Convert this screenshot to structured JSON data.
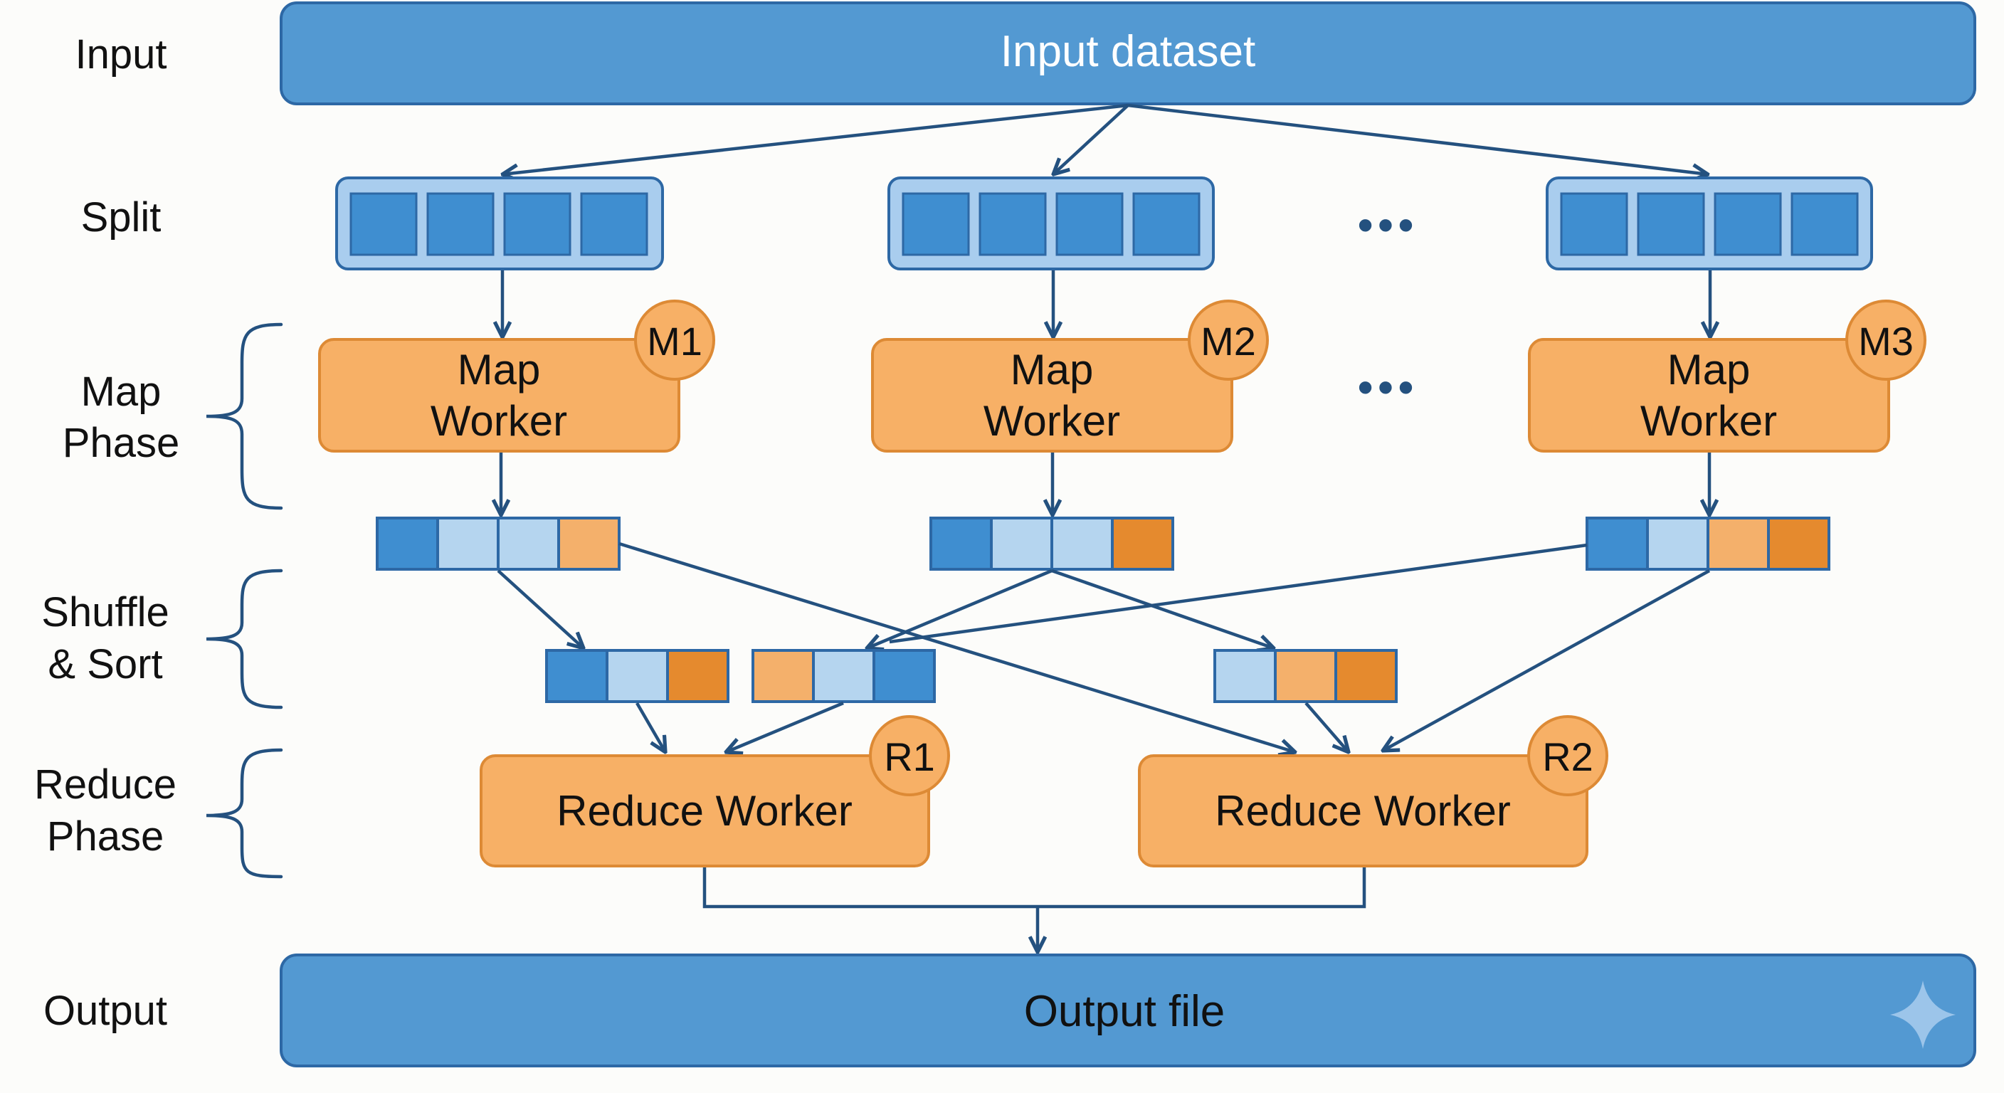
{
  "diagram": {
    "row_labels": {
      "input": "Input",
      "split": "Split",
      "map_1": "Map",
      "map_2": "Phase",
      "shuffle_1": "Shuffle",
      "shuffle_2": "& Sort",
      "reduce_1": "Reduce",
      "reduce_2": "Phase",
      "output": "Output"
    },
    "input_bar": {
      "label": "Input dataset"
    },
    "output_bar": {
      "label": "Output file"
    },
    "ellipsis": "•••",
    "map_workers": [
      {
        "badge": "M1",
        "line1": "Map",
        "line2": "Worker"
      },
      {
        "badge": "M2",
        "line1": "Map",
        "line2": "Worker"
      },
      {
        "badge": "M3",
        "line1": "Map",
        "line2": "Worker"
      }
    ],
    "reduce_workers": [
      {
        "badge": "R1",
        "label": "Reduce Worker"
      },
      {
        "badge": "R2",
        "label": "Reduce Worker"
      }
    ],
    "colors": {
      "bar_blue": "#5399d2",
      "bar_border": "#2d68a5",
      "split_outer": "#a9cdee",
      "cell_blue": "#3f8ed0",
      "cell_light": "#b5d5ef",
      "cell_peach": "#f4b06b",
      "cell_orange": "#e58a2e",
      "worker_fill": "#f7b066",
      "worker_border": "#dd8a35",
      "line": "#24517f",
      "text_dark": "#111111",
      "text_light": "#ffffff"
    }
  }
}
